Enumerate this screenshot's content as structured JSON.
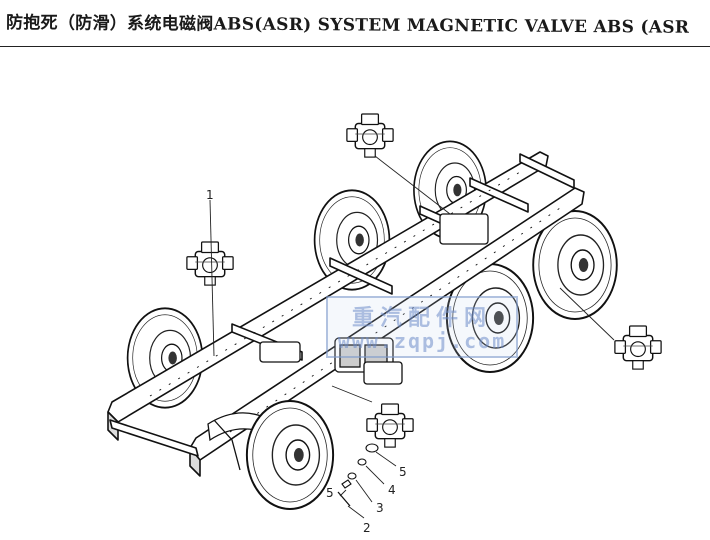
{
  "title": "防抱死（防滑）系统电磁阀ABS(ASR) SYSTEM MAGNETIC VALVE ABS (ASR",
  "callouts": [
    "1",
    "2",
    "3",
    "4",
    "5",
    "5"
  ],
  "watermark": {
    "chinese": "重汽配件网",
    "url": "www.zqpj.com"
  }
}
